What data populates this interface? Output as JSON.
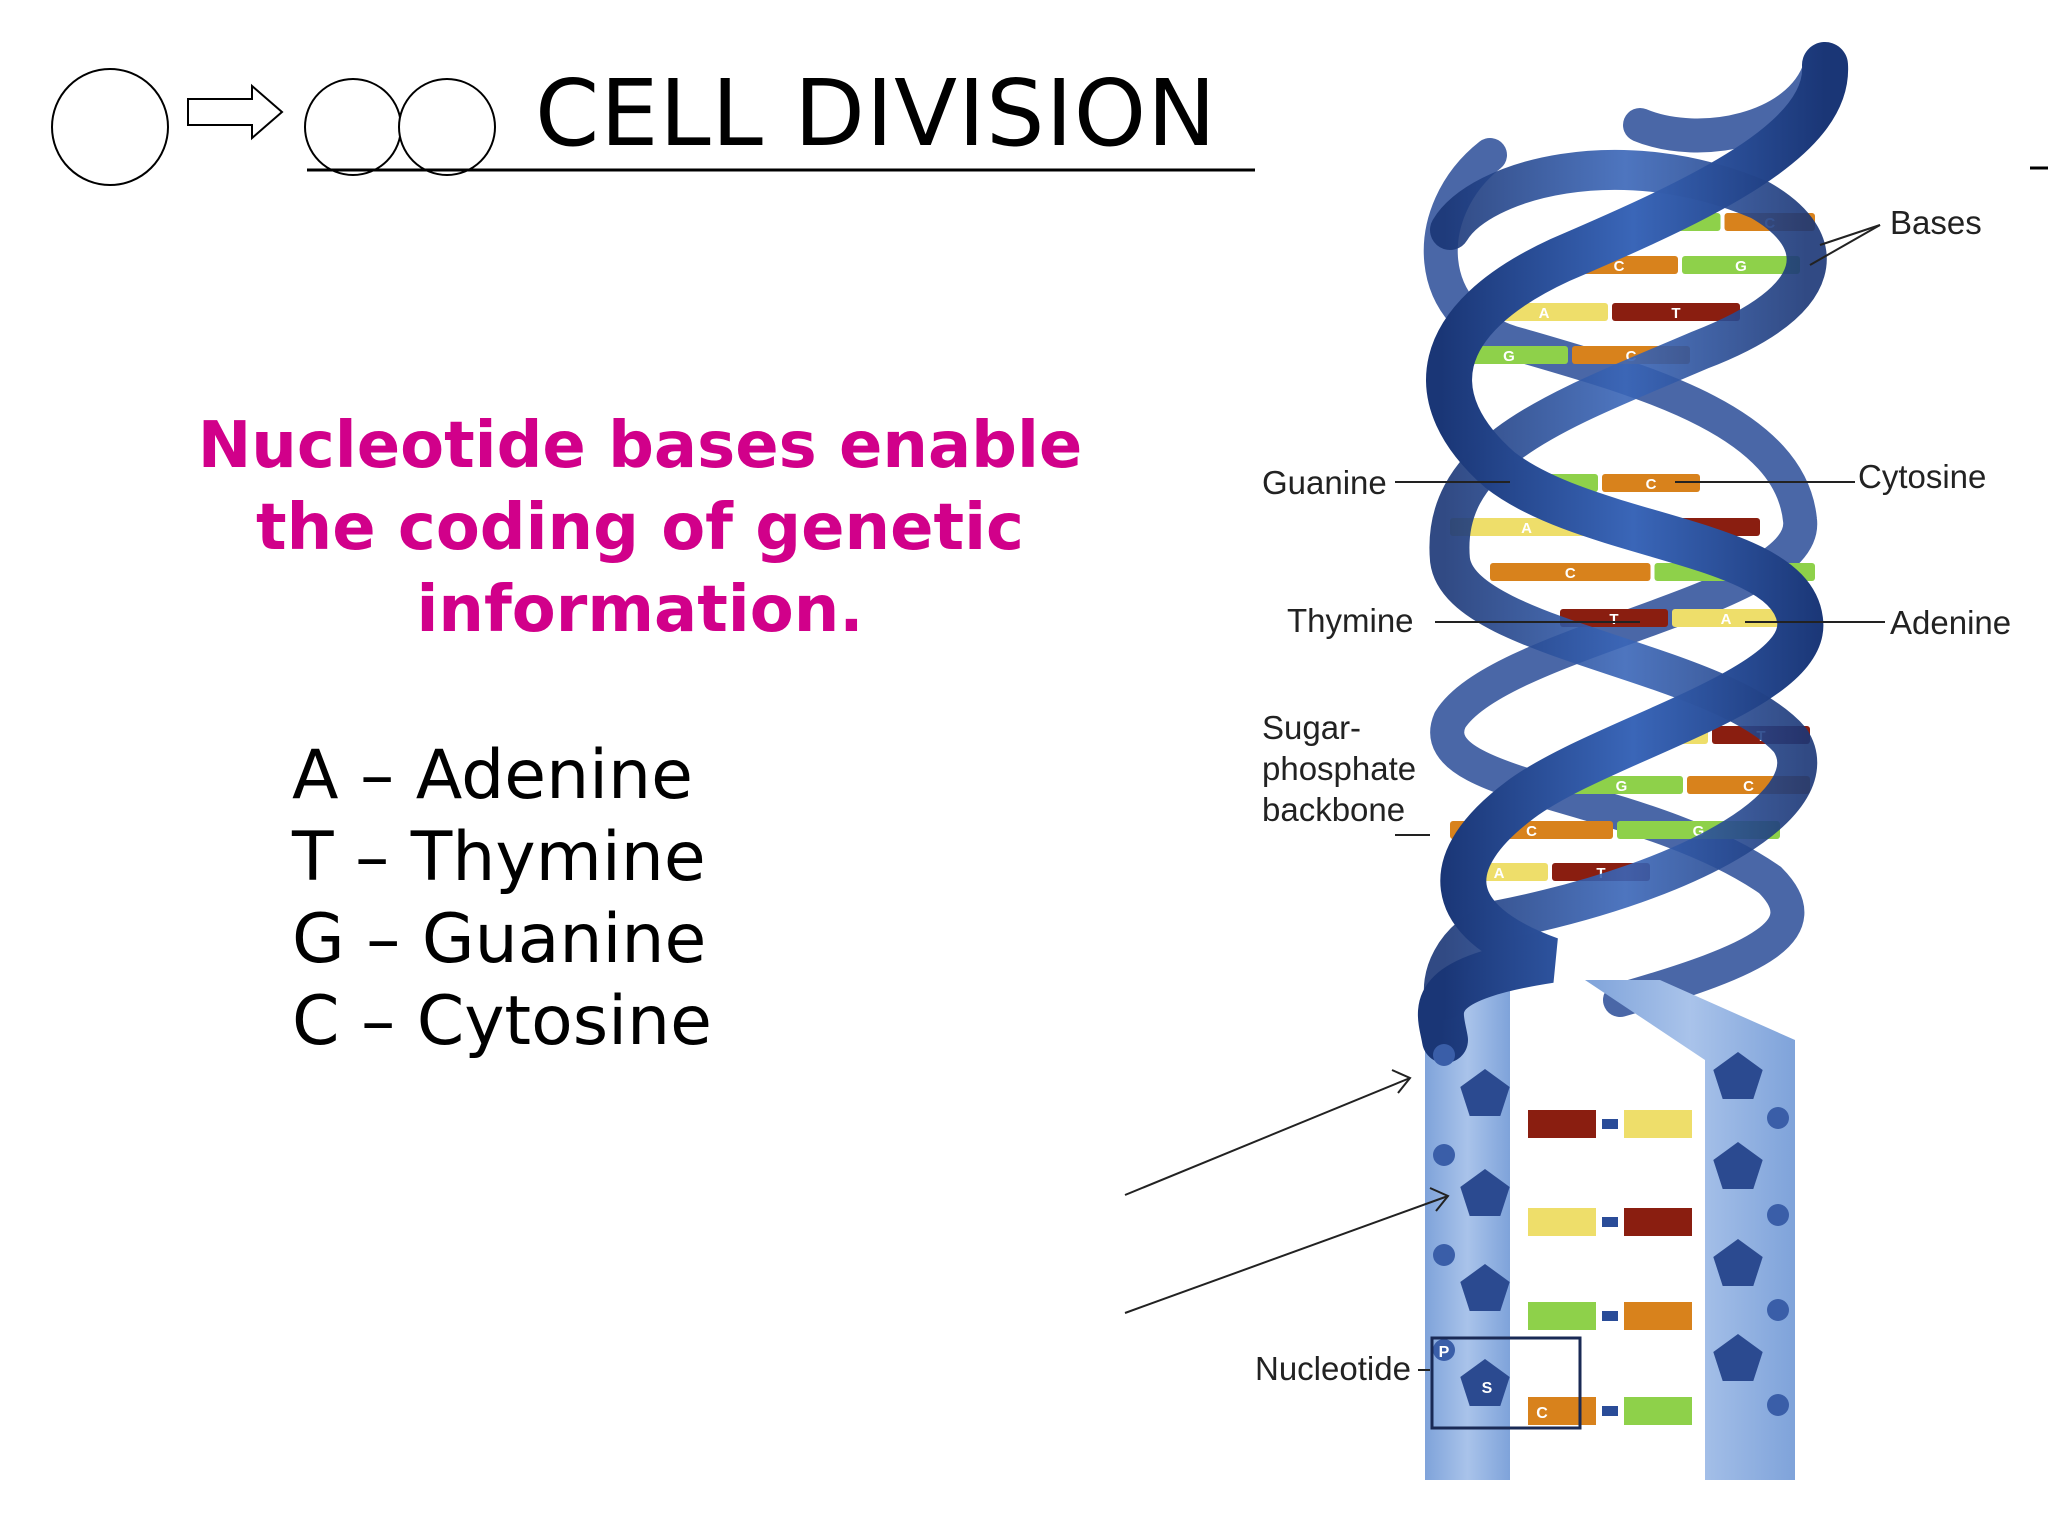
{
  "slide": {
    "title": "CELL DIVISION",
    "subtitle_lines": [
      "Nucleotide bases enable",
      "the coding of genetic",
      "information."
    ],
    "bases": [
      "A – Adenine",
      "T – Thymine",
      "G – Guanine",
      "C – Cytosine"
    ]
  },
  "diagram": {
    "labels": {
      "bases": "Bases",
      "guanine": "Guanine",
      "cytosine": "Cytosine",
      "thymine": "Thymine",
      "adenine": "Adenine",
      "sugar_phosphate_1": "Sugar-",
      "sugar_phosphate_2": "phosphate",
      "sugar_phosphate_3": "backbone",
      "nucleotide": "Nucleotide",
      "phosphate_letter": "P",
      "sugar_letter": "S",
      "cytosine_letter": "C"
    },
    "base_pairs": [
      [
        "G",
        "C"
      ],
      [
        "C",
        "G"
      ],
      [
        "A",
        "T"
      ],
      [
        "G",
        "C"
      ],
      [
        "G",
        "C"
      ],
      [
        "A",
        "T"
      ],
      [
        "C",
        "G"
      ],
      [
        "T",
        "A"
      ],
      [
        "A",
        "T"
      ],
      [
        "G",
        "C"
      ],
      [
        "C",
        "G"
      ],
      [
        "A",
        "T"
      ]
    ],
    "colors": {
      "backbone_dark": "#1f3f86",
      "backbone_mid": "#2d56a8",
      "backbone_light": "#8fb0e0",
      "guanine": "#8ed14a",
      "cytosine": "#d8821c",
      "adenine": "#eede6a",
      "thymine": "#8a1e10",
      "subtitle": "#d1008a"
    }
  }
}
